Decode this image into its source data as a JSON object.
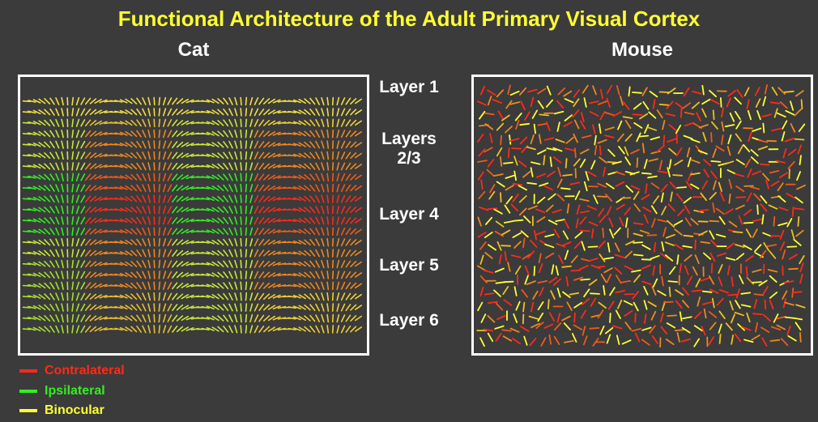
{
  "title": "Functional Architecture of the Adult Primary Visual Cortex",
  "panels": {
    "cat": {
      "title": "Cat"
    },
    "mouse": {
      "title": "Mouse"
    }
  },
  "layers": [
    "Layer 1",
    "Layers 2/3",
    "Layer 4",
    "Layer 5",
    "Layer 6"
  ],
  "legend": [
    {
      "label": "Contralateral",
      "color": "#ff2a1a"
    },
    {
      "label": "Ipsilateral",
      "color": "#33ee22"
    },
    {
      "label": "Binocular",
      "color": "#ffff33"
    }
  ],
  "colors": {
    "background": "#3b3b3b",
    "title": "#ffff33",
    "mid_orange": "#ee8820",
    "orange_red": "#f05a1a"
  }
}
